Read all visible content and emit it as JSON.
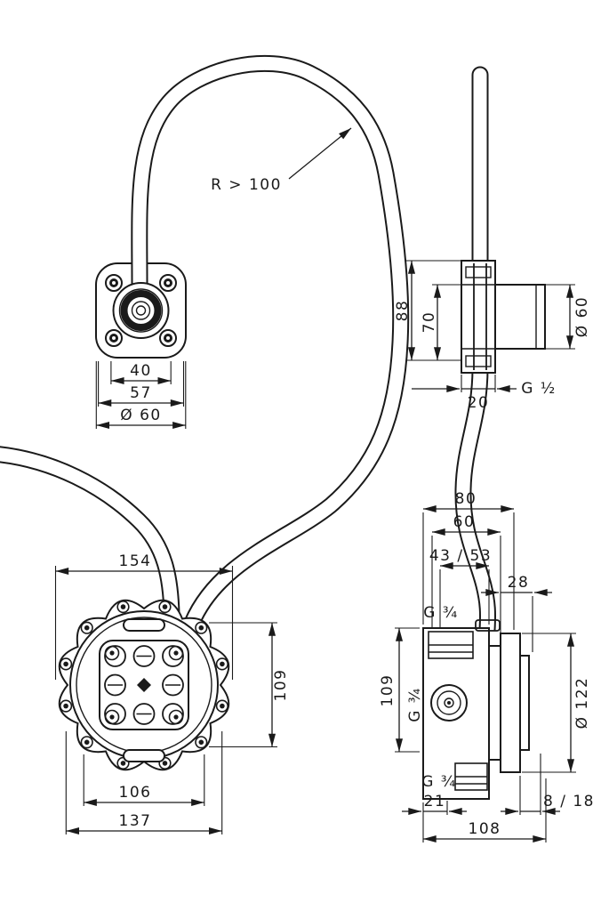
{
  "drawing": {
    "bend_radius_note": "R > 100",
    "holder_front": {
      "width_inner": "40",
      "width_mid": "57",
      "diameter": "Ø 60"
    },
    "holder_side": {
      "height": "88",
      "depth": "70",
      "diameter": "Ø 60",
      "thread": "G ½",
      "plate_thickness": "20"
    },
    "body_front": {
      "outer_width": "154",
      "height": "109",
      "hole_width": "106",
      "bolt_circle": "137"
    },
    "body_side": {
      "depth_total": "80",
      "depth_body": "60",
      "depth_install": "43 / 53",
      "front_depth": "28",
      "thread_top": "G ¾",
      "height": "109",
      "thread_side": "G ¾",
      "diameter": "Ø 122",
      "thread_bottom": "G ¾",
      "offset_bottom": "21",
      "offset_face": "8 / 18",
      "depth_overall": "108"
    }
  }
}
